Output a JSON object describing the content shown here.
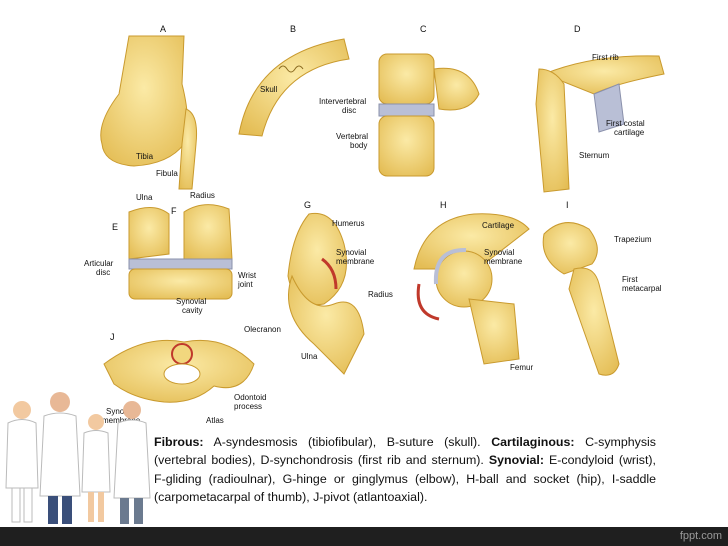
{
  "panels": {
    "A": {
      "letter": "A",
      "labels": {
        "tibia": "Tibia",
        "fibula": "Fibula"
      }
    },
    "B": {
      "letter": "B",
      "labels": {
        "skull": "Skull"
      }
    },
    "C": {
      "letter": "C",
      "labels": {
        "disc": "Intervertebral\ndisc",
        "body": "Vertebral\nbody"
      }
    },
    "D": {
      "letter": "D",
      "labels": {
        "first_rib": "First rib",
        "costal": "First costal\ncartilage",
        "sternum": "Sternum"
      }
    },
    "E": {
      "letter": "E",
      "labels": {
        "ulna": "Ulna",
        "radius": "Radius",
        "articular": "Articular\ndisc",
        "wrist": "Wrist\njoint",
        "synovial": "Synovial\ncavity"
      }
    },
    "F": {
      "letter": "F"
    },
    "G": {
      "letter": "G",
      "labels": {
        "humerus": "Humerus",
        "synovial": "Synovial\nmembrane",
        "radius": "Radius",
        "olecranon": "Olecranon",
        "ulna": "Ulna"
      }
    },
    "H": {
      "letter": "H",
      "labels": {
        "cartilage": "Cartilage",
        "synovial": "Synovial\nmembrane",
        "femur": "Femur"
      }
    },
    "I": {
      "letter": "I",
      "labels": {
        "trapezium": "Trapezium",
        "metacarpal": "First\nmetacarpal"
      }
    },
    "J": {
      "letter": "J",
      "labels": {
        "odontoid": "Odontoid\nprocess",
        "synovial": "Synovial\nmembrane",
        "atlas": "Atlas"
      }
    }
  },
  "caption": {
    "fibrous_title": "Fibrous:",
    "fibrous_text": " A-syndesmosis (tibiofibular), B-suture (skull). ",
    "cartilaginous_title": "Cartilaginous:",
    "cartilaginous_text": " C-symphysis (vertebral bodies), D-synchondrosis (first rib and sternum). ",
    "synovial_title": "Synovial:",
    "synovial_text": " E-condyloid (wrist), F-gliding (radioulnar), G-hinge or ginglymus (elbow), H-ball and socket (hip), I-saddle (carpometacarpal of thumb), J-pivot (atlantoaxial)."
  },
  "watermark": "fppt.com",
  "colors": {
    "bone": "#f1d77e",
    "bone_edge": "#c99a2e",
    "cartilage": "#b9bfd6",
    "synovial": "#c0392b"
  },
  "icons": [
    "medical-staff-illustration"
  ]
}
